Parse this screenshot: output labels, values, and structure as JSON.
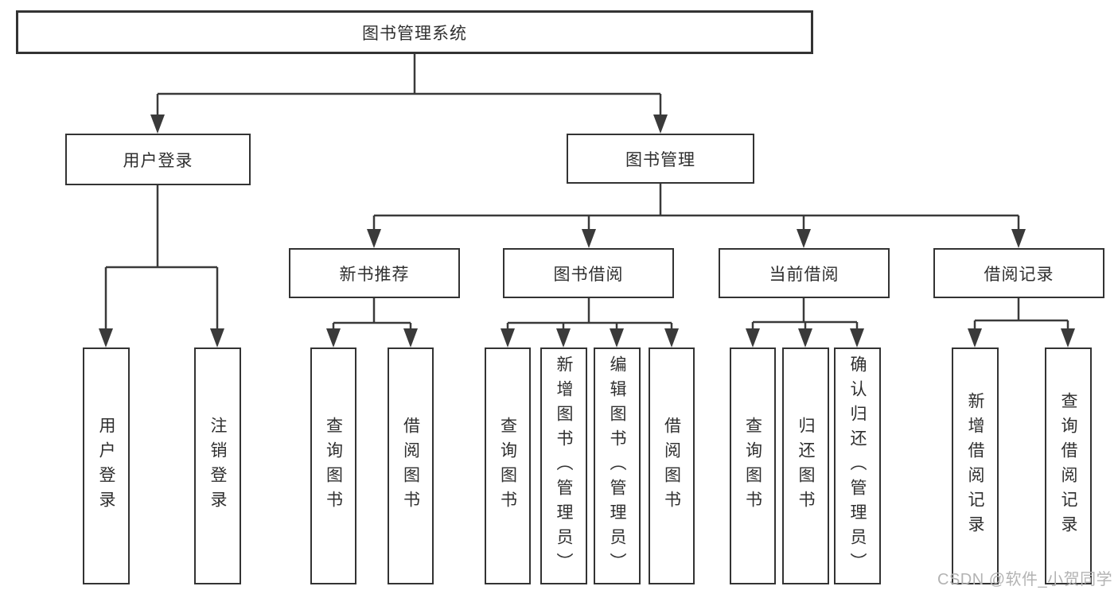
{
  "tree": {
    "root": {
      "label": "图书管理系统"
    },
    "branches": [
      {
        "label": "用户登录",
        "children": [
          {
            "label": "用户登录"
          },
          {
            "label": "注销登录"
          }
        ]
      },
      {
        "label": "图书管理",
        "groups": [
          {
            "label": "新书推荐",
            "children": [
              {
                "label": "查询图书"
              },
              {
                "label": "借阅图书"
              }
            ]
          },
          {
            "label": "图书借阅",
            "children": [
              {
                "label": "查询图书"
              },
              {
                "label": "新增图书（管理员）"
              },
              {
                "label": "编辑图书（管理员）"
              },
              {
                "label": "借阅图书"
              }
            ]
          },
          {
            "label": "当前借阅",
            "children": [
              {
                "label": "查询图书"
              },
              {
                "label": "归还图书"
              },
              {
                "label": "确认归还（管理员）"
              }
            ]
          },
          {
            "label": "借阅记录",
            "children": [
              {
                "label": "新增借阅记录"
              },
              {
                "label": "查询借阅记录"
              }
            ]
          }
        ]
      }
    ]
  },
  "watermark": {
    "text": "CSDN @软件_小贺同学"
  },
  "colors": {
    "line": "#3a3a3a",
    "box_border": "#333333",
    "text": "#2f2f2f",
    "background": "#ffffff",
    "watermark": "#b3b3b3"
  }
}
